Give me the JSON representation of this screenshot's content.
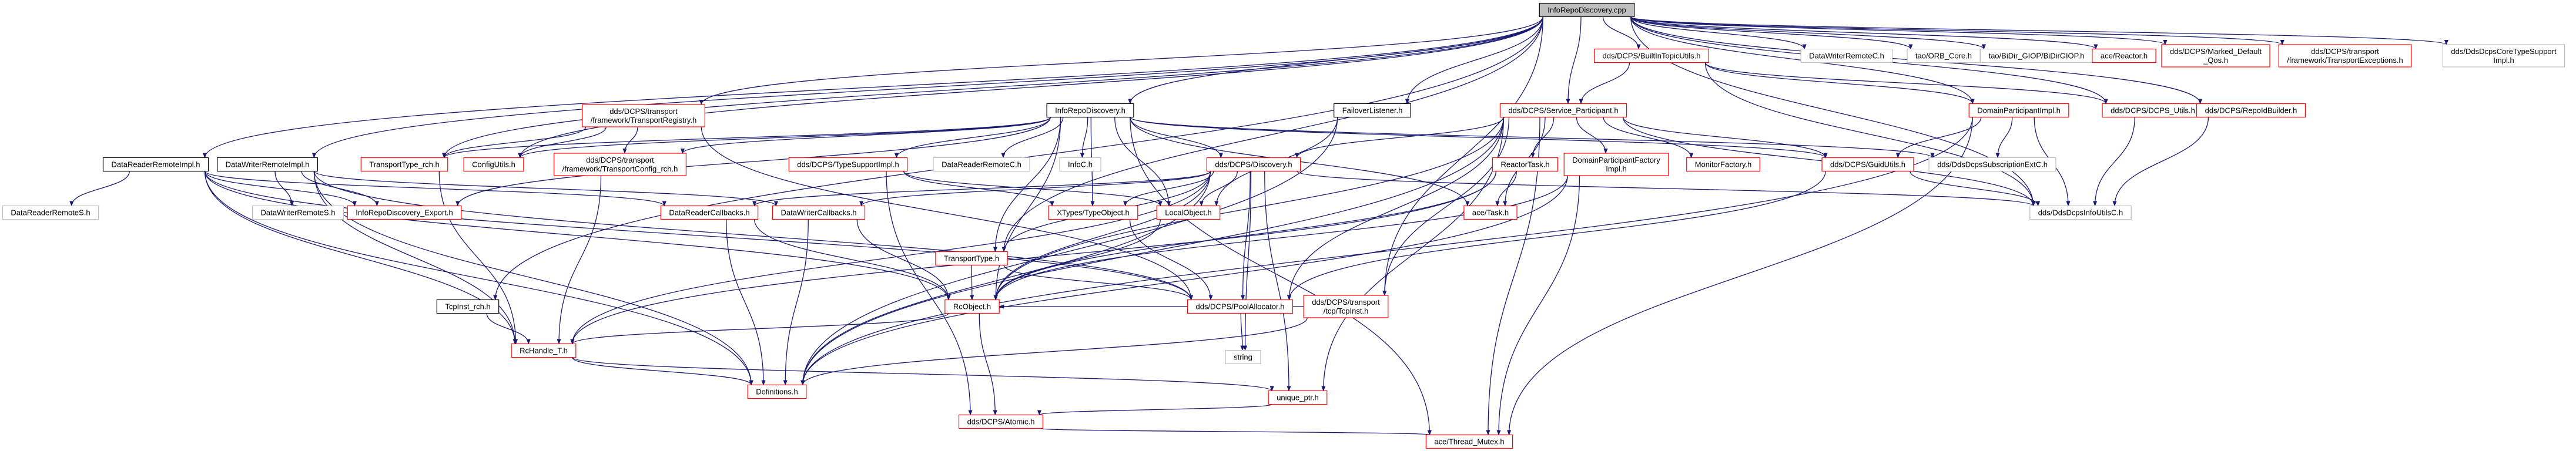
{
  "diagram": {
    "root": "InfoRepoDiscovery.cpp",
    "colors": {
      "edge": "#191970",
      "root_fill": "#bfbfbf",
      "default_border": "#000000",
      "link_border": "#ff0000",
      "external_border": "#bfbfbf",
      "node_fill": "#ffffff"
    },
    "nodes": [
      {
        "id": "n_root",
        "label": "InfoRepoDiscovery.cpp",
        "kind": "root"
      },
      {
        "id": "n_drri",
        "label": "DataReaderRemoteImpl.h",
        "kind": "default"
      },
      {
        "id": "n_drrs",
        "label": "DataReaderRemoteS.h",
        "kind": "external"
      },
      {
        "id": "n_dwri",
        "label": "DataWriterRemoteImpl.h",
        "kind": "default"
      },
      {
        "id": "n_dwrs",
        "label": "DataWriterRemoteS.h",
        "kind": "external"
      },
      {
        "id": "n_tpich",
        "label": "TransportType_rch.h",
        "kind": "link"
      },
      {
        "id": "n_tcpich",
        "label": "TcpInst_rch.h",
        "kind": "default"
      },
      {
        "id": "n_treg",
        "label": [
          "dds/DCPS/transport",
          "/framework/TransportRegistry.h"
        ],
        "kind": "link"
      },
      {
        "id": "n_cfgu",
        "label": "ConfigUtils.h",
        "kind": "link"
      },
      {
        "id": "n_tcfg",
        "label": [
          "dds/DCPS/transport",
          "/framework/TransportConfig_rch.h"
        ],
        "kind": "link"
      },
      {
        "id": "n_irde",
        "label": "InfoRepoDiscovery_Export.h",
        "kind": "link"
      },
      {
        "id": "n_ird",
        "label": "InfoRepoDiscovery.h",
        "kind": "default"
      },
      {
        "id": "n_dtsi",
        "label": "dds/DCPS/TypeSupportImpl.h",
        "kind": "link"
      },
      {
        "id": "n_drrc",
        "label": "DataReaderRemoteC.h",
        "kind": "external"
      },
      {
        "id": "n_infoc",
        "label": "InfoC.h",
        "kind": "external"
      },
      {
        "id": "n_drcb",
        "label": "DataReaderCallbacks.h",
        "kind": "link"
      },
      {
        "id": "n_dwcb",
        "label": "DataWriterCallbacks.h",
        "kind": "link"
      },
      {
        "id": "n_disc",
        "label": "dds/DCPS/Discovery.h",
        "kind": "link"
      },
      {
        "id": "n_ttype",
        "label": "TransportType.h",
        "kind": "link"
      },
      {
        "id": "n_xtto",
        "label": "XTypes/TypeObject.h",
        "kind": "link"
      },
      {
        "id": "n_lobj",
        "label": "LocalObject.h",
        "kind": "link"
      },
      {
        "id": "n_rco",
        "label": "RcObject.h",
        "kind": "link"
      },
      {
        "id": "n_rch",
        "label": "RcHandle_T.h",
        "kind": "link"
      },
      {
        "id": "n_defs",
        "label": "Definitions.h",
        "kind": "link"
      },
      {
        "id": "n_pool",
        "label": "dds/DCPS/PoolAllocator.h",
        "kind": "link"
      },
      {
        "id": "n_string",
        "label": "string",
        "kind": "external"
      },
      {
        "id": "n_tcpi",
        "label": [
          "dds/DCPS/transport",
          "/tcp/TcpInst.h"
        ],
        "kind": "link"
      },
      {
        "id": "n_uptr",
        "label": "unique_ptr.h",
        "kind": "link"
      },
      {
        "id": "n_atomic",
        "label": "dds/DCPS/Atomic.h",
        "kind": "link"
      },
      {
        "id": "n_tmutex",
        "label": "ace/Thread_Mutex.h",
        "kind": "link"
      },
      {
        "id": "n_fol",
        "label": "FailoverListener.h",
        "kind": "default"
      },
      {
        "id": "n_svcp",
        "label": "dds/DCPS/Service_Participant.h",
        "kind": "link"
      },
      {
        "id": "n_rtask",
        "label": "ReactorTask.h",
        "kind": "link"
      },
      {
        "id": "n_atask",
        "label": "ace/Task.h",
        "kind": "link"
      },
      {
        "id": "n_dpf",
        "label": [
          "DomainParticipantFactory",
          "Impl.h"
        ],
        "kind": "link"
      },
      {
        "id": "n_mfac",
        "label": "MonitorFactory.h",
        "kind": "link"
      },
      {
        "id": "n_guid",
        "label": "dds/DCPS/GuidUtils.h",
        "kind": "link"
      },
      {
        "id": "n_dsub",
        "label": "dds/DdsDcpsSubscriptionExtC.h",
        "kind": "external"
      },
      {
        "id": "n_dinfo",
        "label": "dds/DdsDcpsInfoUtilsC.h",
        "kind": "external"
      },
      {
        "id": "n_btu",
        "label": "dds/DCPS/BuiltInTopicUtils.h",
        "kind": "link"
      },
      {
        "id": "n_dpi",
        "label": "DomainParticipantImpl.h",
        "kind": "link"
      },
      {
        "id": "n_dutils",
        "label": "dds/DCPS/DCPS_Utils.h",
        "kind": "link"
      },
      {
        "id": "n_rbld",
        "label": "dds/DCPS/RepoIdBuilder.h",
        "kind": "link"
      },
      {
        "id": "n_dwrc",
        "label": "DataWriterRemoteC.h",
        "kind": "external"
      },
      {
        "id": "n_orbc",
        "label": "tao/ORB_Core.h",
        "kind": "external"
      },
      {
        "id": "n_giop",
        "label": "tao/BiDir_GIOP/BiDirGIOP.h",
        "kind": "external"
      },
      {
        "id": "n_reactor",
        "label": "ace/Reactor.h",
        "kind": "link"
      },
      {
        "id": "n_mdq",
        "label": [
          "dds/DCPS/Marked_Default",
          "_Qos.h"
        ],
        "kind": "link"
      },
      {
        "id": "n_texc",
        "label": [
          "dds/DCPS/transport",
          "/framework/TransportExceptions.h"
        ],
        "kind": "link"
      },
      {
        "id": "n_dcts",
        "label": [
          "dds/DdsDcpsCoreTypeSupport",
          "Impl.h"
        ],
        "kind": "external"
      }
    ],
    "edges": [
      [
        "n_root",
        "n_drri"
      ],
      [
        "n_root",
        "n_dwri"
      ],
      [
        "n_root",
        "n_tpich"
      ],
      [
        "n_root",
        "n_tcpich"
      ],
      [
        "n_root",
        "n_cfgu"
      ],
      [
        "n_root",
        "n_ird"
      ],
      [
        "n_root",
        "n_fol"
      ],
      [
        "n_root",
        "n_svcp"
      ],
      [
        "n_root",
        "n_btu"
      ],
      [
        "n_root",
        "n_dpi"
      ],
      [
        "n_root",
        "n_dwrc"
      ],
      [
        "n_root",
        "n_orbc"
      ],
      [
        "n_root",
        "n_giop"
      ],
      [
        "n_root",
        "n_reactor"
      ],
      [
        "n_root",
        "n_mdq"
      ],
      [
        "n_root",
        "n_texc"
      ],
      [
        "n_root",
        "n_dcts"
      ],
      [
        "n_root",
        "n_dutils"
      ],
      [
        "n_root",
        "n_rbld"
      ],
      [
        "n_root",
        "n_ttype"
      ],
      [
        "n_root",
        "n_dinfo"
      ],
      [
        "n_root",
        "n_treg"
      ],
      [
        "n_root",
        "n_tcpi"
      ],
      [
        "n_drri",
        "n_drrs"
      ],
      [
        "n_drri",
        "n_rch"
      ],
      [
        "n_drri",
        "n_defs"
      ],
      [
        "n_drri",
        "n_rco"
      ],
      [
        "n_drri",
        "n_drcb"
      ],
      [
        "n_drri",
        "n_pool"
      ],
      [
        "n_drri",
        "n_irde"
      ],
      [
        "n_dwri",
        "n_dwrs"
      ],
      [
        "n_dwri",
        "n_rch"
      ],
      [
        "n_dwri",
        "n_defs"
      ],
      [
        "n_dwri",
        "n_dwcb"
      ],
      [
        "n_dwri",
        "n_irde"
      ],
      [
        "n_dwri",
        "n_pool"
      ],
      [
        "n_tpich",
        "n_rch"
      ],
      [
        "n_tcpich",
        "n_rch"
      ],
      [
        "n_treg",
        "n_tpich"
      ],
      [
        "n_treg",
        "n_cfgu"
      ],
      [
        "n_treg",
        "n_tcfg"
      ],
      [
        "n_treg",
        "n_pool"
      ],
      [
        "n_tcfg",
        "n_rch"
      ],
      [
        "n_ird",
        "n_irde"
      ],
      [
        "n_ird",
        "n_tpich"
      ],
      [
        "n_ird",
        "n_cfgu"
      ],
      [
        "n_ird",
        "n_tcfg"
      ],
      [
        "n_ird",
        "n_dtsi"
      ],
      [
        "n_ird",
        "n_drrc"
      ],
      [
        "n_ird",
        "n_infoc"
      ],
      [
        "n_ird",
        "n_disc"
      ],
      [
        "n_ird",
        "n_lobj"
      ],
      [
        "n_ird",
        "n_xtto"
      ],
      [
        "n_ird",
        "n_atask"
      ],
      [
        "n_ird",
        "n_dsub"
      ],
      [
        "n_ird",
        "n_guid"
      ],
      [
        "n_ird",
        "n_tmutex"
      ],
      [
        "n_ird",
        "n_rco"
      ],
      [
        "n_ird",
        "n_ttype"
      ],
      [
        "n_dtsi",
        "n_xtto"
      ],
      [
        "n_dtsi",
        "n_atomic"
      ],
      [
        "n_dtsi",
        "n_lobj"
      ],
      [
        "n_disc",
        "n_drcb"
      ],
      [
        "n_disc",
        "n_dwcb"
      ],
      [
        "n_disc",
        "n_ttype"
      ],
      [
        "n_disc",
        "n_xtto"
      ],
      [
        "n_disc",
        "n_lobj"
      ],
      [
        "n_disc",
        "n_rco"
      ],
      [
        "n_disc",
        "n_rch"
      ],
      [
        "n_disc",
        "n_pool"
      ],
      [
        "n_disc",
        "n_defs"
      ],
      [
        "n_disc",
        "n_uptr"
      ],
      [
        "n_disc",
        "n_string"
      ],
      [
        "n_disc",
        "n_dinfo"
      ],
      [
        "n_drcb",
        "n_rco"
      ],
      [
        "n_drcb",
        "n_defs"
      ],
      [
        "n_dwcb",
        "n_rco"
      ],
      [
        "n_dwcb",
        "n_defs"
      ],
      [
        "n_ttype",
        "n_rco"
      ],
      [
        "n_ttype",
        "n_pool"
      ],
      [
        "n_xtto",
        "n_pool"
      ],
      [
        "n_lobj",
        "n_rco"
      ],
      [
        "n_rco",
        "n_rch"
      ],
      [
        "n_rco",
        "n_atomic"
      ],
      [
        "n_rch",
        "n_defs"
      ],
      [
        "n_rch",
        "n_uptr"
      ],
      [
        "n_pool",
        "n_string"
      ],
      [
        "n_tcpi",
        "n_defs"
      ],
      [
        "n_tcpi",
        "n_rco"
      ],
      [
        "n_uptr",
        "n_atomic"
      ],
      [
        "n_atomic",
        "n_tmutex"
      ],
      [
        "n_fol",
        "n_lobj"
      ],
      [
        "n_fol",
        "n_defs"
      ],
      [
        "n_svcp",
        "n_disc"
      ],
      [
        "n_svcp",
        "n_rtask"
      ],
      [
        "n_svcp",
        "n_atask"
      ],
      [
        "n_svcp",
        "n_dpf"
      ],
      [
        "n_svcp",
        "n_mfac"
      ],
      [
        "n_svcp",
        "n_guid"
      ],
      [
        "n_svcp",
        "n_dinfo"
      ],
      [
        "n_svcp",
        "n_defs"
      ],
      [
        "n_svcp",
        "n_pool"
      ],
      [
        "n_svcp",
        "n_rco"
      ],
      [
        "n_svcp",
        "n_uptr"
      ],
      [
        "n_svcp",
        "n_tmutex"
      ],
      [
        "n_svcp",
        "n_tcpi"
      ],
      [
        "n_rtask",
        "n_atask"
      ],
      [
        "n_rtask",
        "n_rco"
      ],
      [
        "n_rtask",
        "n_rch"
      ],
      [
        "n_dpf",
        "n_tmutex"
      ],
      [
        "n_dpf",
        "n_rco"
      ],
      [
        "n_dpf",
        "n_defs"
      ],
      [
        "n_guid",
        "n_dinfo"
      ],
      [
        "n_guid",
        "n_pool"
      ],
      [
        "n_btu",
        "n_svcp"
      ],
      [
        "n_btu",
        "n_dpi"
      ],
      [
        "n_btu",
        "n_dutils"
      ],
      [
        "n_btu",
        "n_dinfo"
      ],
      [
        "n_dpi",
        "n_guid"
      ],
      [
        "n_dpi",
        "n_dsub"
      ],
      [
        "n_dpi",
        "n_dinfo"
      ],
      [
        "n_dpi",
        "n_tmutex"
      ],
      [
        "n_dpi",
        "n_defs"
      ],
      [
        "n_dutils",
        "n_dinfo"
      ],
      [
        "n_rbld",
        "n_dinfo"
      ]
    ]
  }
}
